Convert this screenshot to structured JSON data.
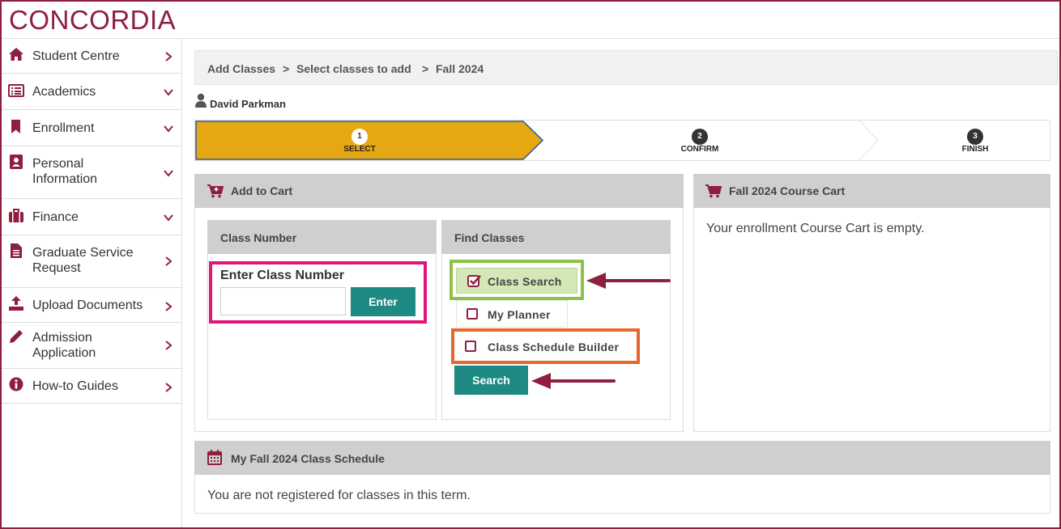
{
  "brand": {
    "logo_text": "CONCORDIA",
    "color": "#8f1f3f",
    "teal": "#1f8a84",
    "gold": "#e5a812"
  },
  "sidebar": {
    "items": [
      {
        "label": "Student Centre",
        "icon": "home-icon",
        "chevron": "right"
      },
      {
        "label": "Academics",
        "icon": "list-icon",
        "chevron": "down"
      },
      {
        "label": "Enrollment",
        "icon": "bookmark-icon",
        "chevron": "down"
      },
      {
        "label": "Personal Information",
        "icon": "contact-card-icon",
        "chevron": "down"
      },
      {
        "label": "Finance",
        "icon": "briefcase-icon",
        "chevron": "down"
      },
      {
        "label": "Graduate Service Request",
        "icon": "document-icon",
        "chevron": "right"
      },
      {
        "label": "Upload Documents",
        "icon": "upload-icon",
        "chevron": "right"
      },
      {
        "label": "Admission Application",
        "icon": "pencil-icon",
        "chevron": "right"
      },
      {
        "label": "How-to Guides",
        "icon": "info-icon",
        "chevron": "right"
      }
    ]
  },
  "breadcrumb": {
    "items": [
      "Add Classes",
      "Select classes to add",
      "Fall 2024"
    ],
    "separator": ">"
  },
  "user": {
    "name": "David Parkman"
  },
  "steps": [
    {
      "number": "1",
      "label": "SELECT",
      "active": true
    },
    {
      "number": "2",
      "label": "CONFIRM",
      "active": false
    },
    {
      "number": "3",
      "label": "FINISH",
      "active": false
    }
  ],
  "add_to_cart": {
    "title": "Add to Cart",
    "class_number": {
      "title": "Class Number",
      "field_label": "Enter Class Number",
      "value": "",
      "button": "Enter"
    },
    "find_classes": {
      "title": "Find Classes",
      "options": [
        {
          "label": "Class Search",
          "checked": true
        },
        {
          "label": "My Planner",
          "checked": false
        },
        {
          "label": "Class Schedule Builder",
          "checked": false
        }
      ],
      "search_button": "Search"
    }
  },
  "course_cart": {
    "title": "Fall 2024 Course Cart",
    "message": "Your enrollment Course Cart is empty."
  },
  "schedule": {
    "title": "My Fall 2024 Class Schedule",
    "message": "You are not registered for classes in this term."
  },
  "highlights": {
    "pink": "#e4157a",
    "green": "#8bc34a",
    "orange": "#e8672c",
    "arrow": "#8f1f3f"
  }
}
